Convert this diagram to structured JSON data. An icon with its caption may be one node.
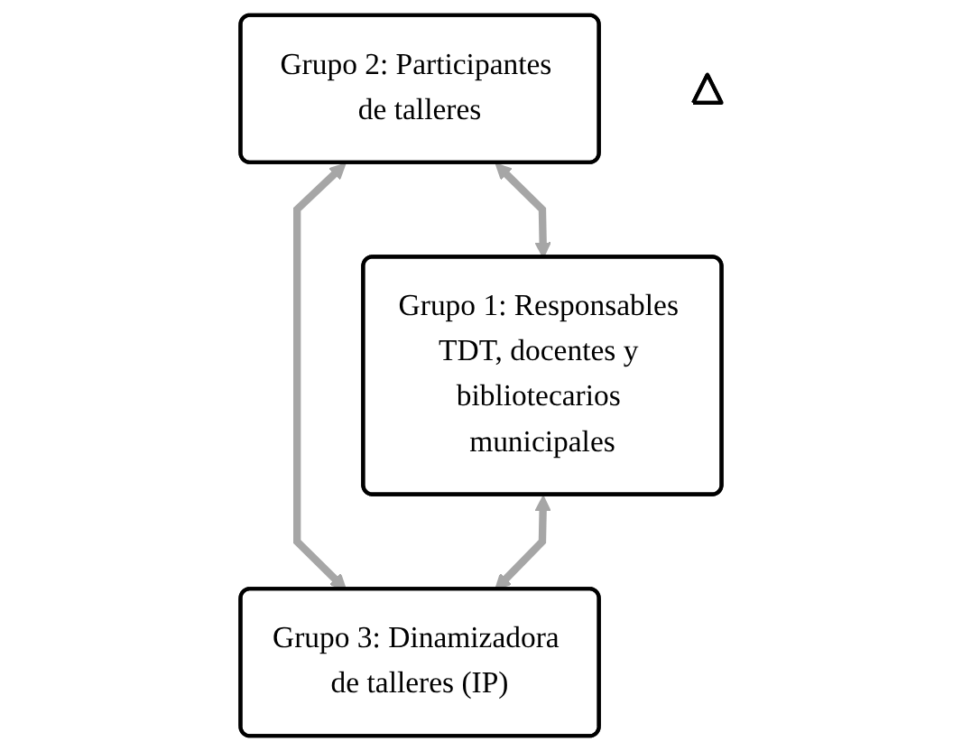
{
  "diagram": {
    "nodes": [
      {
        "text": [
          "Grupo 2: Participantes de talleres"
        ]
      },
      {
        "text": [],
        "shape": "triangle"
      },
      {
        "text": [
          "Grupo 1: Responsables TDT, docentes y bibliotecarios municipales"
        ]
      },
      {
        "text": [
          "Grupo 3: Dinamizadora de talleres (IP)"
        ]
      }
    ],
    "edges": [
      {
        "from": 0,
        "to": 2,
        "arrow": "both"
      },
      {
        "from": 0,
        "to": 3,
        "arrow": "both"
      },
      {
        "from": 2,
        "to": 3,
        "arrow": "both"
      }
    ]
  }
}
